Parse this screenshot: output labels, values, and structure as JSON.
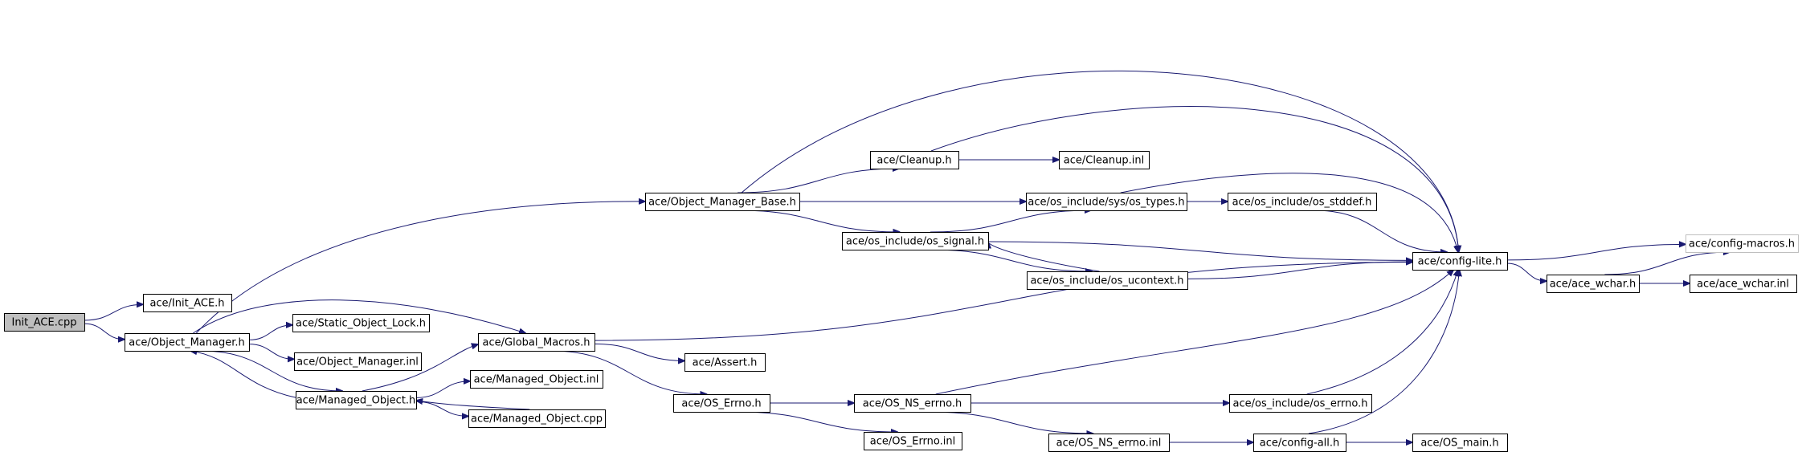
{
  "diagram": {
    "edge_color": "#191970",
    "root_fill": "#bfbfbf",
    "nodes": [
      {
        "id": "init_ace_cpp",
        "label": "Init_ACE.cpp",
        "root": true
      },
      {
        "id": "init_ace_h",
        "label": "ace/Init_ACE.h"
      },
      {
        "id": "object_manager_h",
        "label": "ace/Object_Manager.h"
      },
      {
        "id": "static_object_lock_h",
        "label": "ace/Static_Object_Lock.h"
      },
      {
        "id": "object_manager_inl",
        "label": "ace/Object_Manager.inl"
      },
      {
        "id": "managed_object_h",
        "label": "ace/Managed_Object.h"
      },
      {
        "id": "global_macros_h",
        "label": "ace/Global_Macros.h"
      },
      {
        "id": "managed_object_inl",
        "label": "ace/Managed_Object.inl"
      },
      {
        "id": "managed_object_cpp",
        "label": "ace/Managed_Object.cpp"
      },
      {
        "id": "object_manager_base_h",
        "label": "ace/Object_Manager_Base.h"
      },
      {
        "id": "cleanup_h",
        "label": "ace/Cleanup.h"
      },
      {
        "id": "cleanup_inl",
        "label": "ace/Cleanup.inl"
      },
      {
        "id": "os_types_h",
        "label": "ace/os_include/sys/os_types.h"
      },
      {
        "id": "os_stddef_h",
        "label": "ace/os_include/os_stddef.h"
      },
      {
        "id": "os_signal_h",
        "label": "ace/os_include/os_signal.h"
      },
      {
        "id": "os_ucontext_h",
        "label": "ace/os_include/os_ucontext.h"
      },
      {
        "id": "config_lite_h",
        "label": "ace/config-lite.h"
      },
      {
        "id": "config_macros_h",
        "label": "ace/config-macros.h",
        "external": true
      },
      {
        "id": "ace_wchar_h",
        "label": "ace/ace_wchar.h"
      },
      {
        "id": "ace_wchar_inl",
        "label": "ace/ace_wchar.inl"
      },
      {
        "id": "assert_h",
        "label": "ace/Assert.h"
      },
      {
        "id": "os_errno_h",
        "label": "ace/OS_Errno.h"
      },
      {
        "id": "os_errno_inl",
        "label": "ace/OS_Errno.inl"
      },
      {
        "id": "os_ns_errno_h",
        "label": "ace/OS_NS_errno.h"
      },
      {
        "id": "os_ns_errno_inl",
        "label": "ace/OS_NS_errno.inl"
      },
      {
        "id": "os_include_os_errno_h",
        "label": "ace/os_include/os_errno.h"
      },
      {
        "id": "config_all_h",
        "label": "ace/config-all.h"
      },
      {
        "id": "os_main_h",
        "label": "ace/OS_main.h"
      }
    ],
    "edges": [
      {
        "from": "init_ace_cpp",
        "to": "init_ace_h"
      },
      {
        "from": "init_ace_cpp",
        "to": "object_manager_h"
      },
      {
        "from": "object_manager_h",
        "to": "object_manager_base_h"
      },
      {
        "from": "object_manager_h",
        "to": "global_macros_h"
      },
      {
        "from": "object_manager_h",
        "to": "static_object_lock_h"
      },
      {
        "from": "object_manager_h",
        "to": "object_manager_inl"
      },
      {
        "from": "object_manager_h",
        "to": "managed_object_h"
      },
      {
        "from": "managed_object_h",
        "to": "object_manager_h"
      },
      {
        "from": "managed_object_h",
        "to": "global_macros_h"
      },
      {
        "from": "managed_object_h",
        "to": "managed_object_inl"
      },
      {
        "from": "managed_object_h",
        "to": "managed_object_cpp"
      },
      {
        "from": "managed_object_cpp",
        "to": "managed_object_h"
      },
      {
        "from": "object_manager_base_h",
        "to": "config_lite_h"
      },
      {
        "from": "object_manager_base_h",
        "to": "cleanup_h"
      },
      {
        "from": "object_manager_base_h",
        "to": "os_types_h"
      },
      {
        "from": "object_manager_base_h",
        "to": "os_signal_h"
      },
      {
        "from": "cleanup_h",
        "to": "config_lite_h"
      },
      {
        "from": "cleanup_h",
        "to": "cleanup_inl"
      },
      {
        "from": "os_types_h",
        "to": "config_lite_h"
      },
      {
        "from": "os_types_h",
        "to": "os_stddef_h"
      },
      {
        "from": "os_stddef_h",
        "to": "config_lite_h"
      },
      {
        "from": "os_signal_h",
        "to": "os_types_h"
      },
      {
        "from": "os_signal_h",
        "to": "config_lite_h"
      },
      {
        "from": "os_signal_h",
        "to": "os_ucontext_h"
      },
      {
        "from": "os_ucontext_h",
        "to": "os_signal_h"
      },
      {
        "from": "os_ucontext_h",
        "to": "config_lite_h"
      },
      {
        "from": "global_macros_h",
        "to": "config_lite_h"
      },
      {
        "from": "global_macros_h",
        "to": "assert_h"
      },
      {
        "from": "global_macros_h",
        "to": "os_errno_h"
      },
      {
        "from": "config_lite_h",
        "to": "config_macros_h"
      },
      {
        "from": "config_lite_h",
        "to": "ace_wchar_h"
      },
      {
        "from": "ace_wchar_h",
        "to": "config_macros_h"
      },
      {
        "from": "ace_wchar_h",
        "to": "ace_wchar_inl"
      },
      {
        "from": "os_errno_h",
        "to": "os_ns_errno_h"
      },
      {
        "from": "os_errno_h",
        "to": "os_errno_inl"
      },
      {
        "from": "os_ns_errno_h",
        "to": "config_lite_h"
      },
      {
        "from": "os_ns_errno_h",
        "to": "os_include_os_errno_h"
      },
      {
        "from": "os_ns_errno_h",
        "to": "os_ns_errno_inl"
      },
      {
        "from": "os_include_os_errno_h",
        "to": "config_lite_h"
      },
      {
        "from": "os_ns_errno_inl",
        "to": "config_all_h"
      },
      {
        "from": "config_all_h",
        "to": "config_lite_h"
      },
      {
        "from": "config_all_h",
        "to": "os_main_h"
      }
    ]
  }
}
